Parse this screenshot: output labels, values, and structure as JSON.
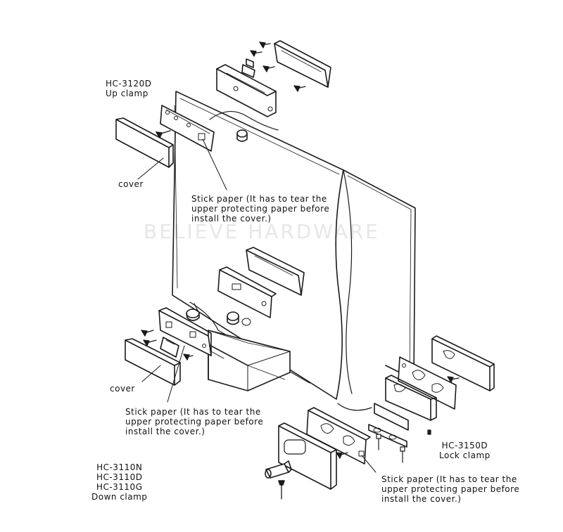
{
  "watermark": "BELIEVE HARDWARE",
  "labels": {
    "up_clamp": {
      "model": "HC-3120D",
      "name": "Up clamp"
    },
    "cover_top": "cover",
    "cover_bottom": "cover",
    "stick_paper_upper": [
      "Stick paper (It has to tear the",
      "upper protecting paper before",
      "install the cover.)"
    ],
    "stick_paper_lower": [
      "Stick paper (It has to tear the",
      "upper protecting paper before",
      "install the cover.)"
    ],
    "stick_paper_right": [
      "Stick paper (It has to tear the",
      "upper protecting paper before",
      "install the cover.)"
    ],
    "lock_clamp": {
      "model": "HC-3150D",
      "name": "Lock clamp"
    },
    "down_clamp": {
      "models": [
        "HC-3110N",
        "HC-3110D",
        "HC-3110G"
      ],
      "name": "Down clamp"
    }
  },
  "colors": {
    "line": "#1a1a1a",
    "fill": "#ffffff",
    "shade": "#d9d9d9",
    "watermark": "#e7e7e7"
  }
}
